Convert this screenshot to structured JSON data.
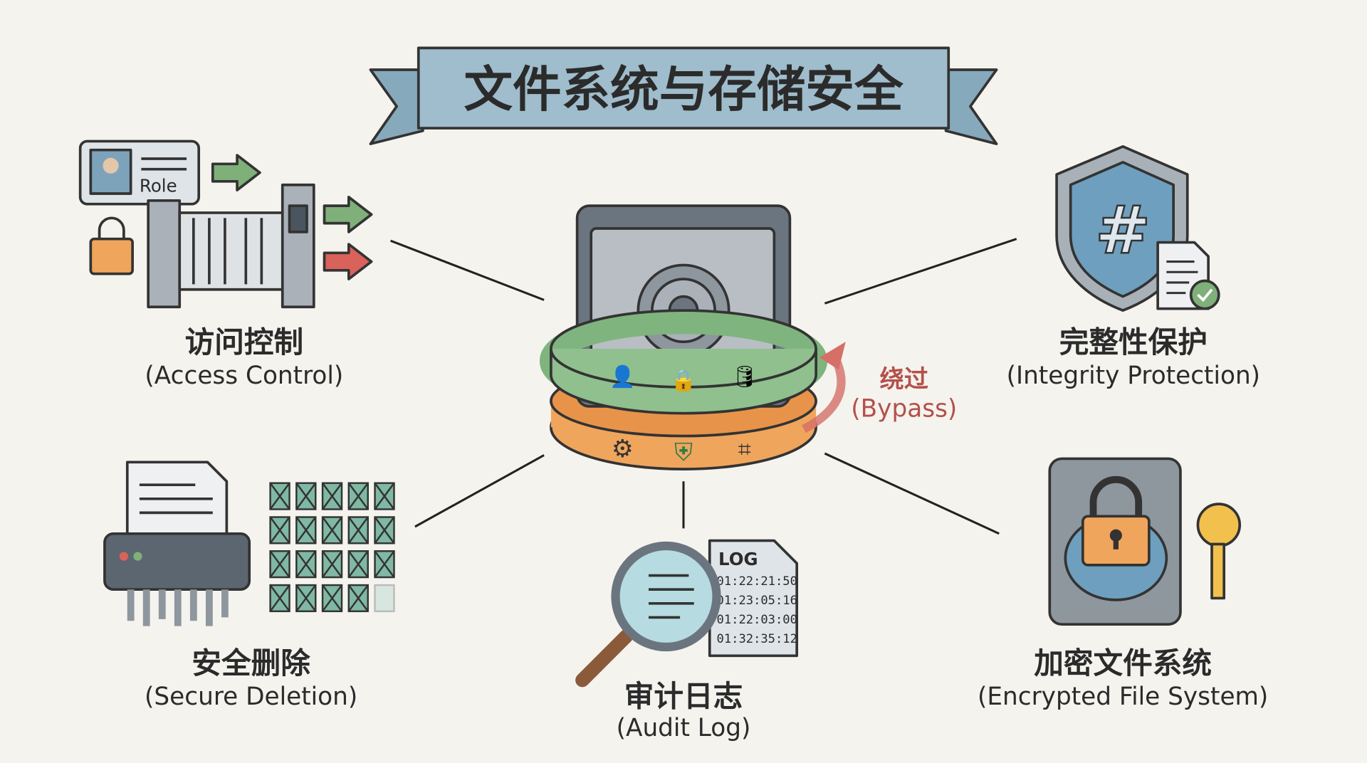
{
  "title": "文件系统与存储安全",
  "nodes": {
    "access_control": {
      "cn": "访问控制",
      "en": "(Access Control)",
      "badge": "Role"
    },
    "integrity": {
      "cn": "完整性保护",
      "en": "(Integrity Protection)",
      "symbol": "#"
    },
    "secure_deletion": {
      "cn": "安全删除",
      "en": "(Secure Deletion)"
    },
    "audit_log": {
      "cn": "审计日志",
      "en": "(Audit Log)",
      "doc_title": "LOG",
      "entries": [
        "01:22:21:50",
        "01:23:05:16",
        "01:22:03:00",
        "01:32:35:12"
      ]
    },
    "encrypted_fs": {
      "cn": "加密文件系统",
      "en": "(Encrypted File System)"
    }
  },
  "bypass": {
    "cn": "绕过",
    "en": "(Bypass)"
  },
  "colors": {
    "background": "#f4f3ee",
    "banner": "#9fbdcc",
    "green_ring": "#8fc08e",
    "orange_ring": "#f0a55c",
    "bypass": "#b5504a",
    "shield": "#6f9fbe"
  }
}
